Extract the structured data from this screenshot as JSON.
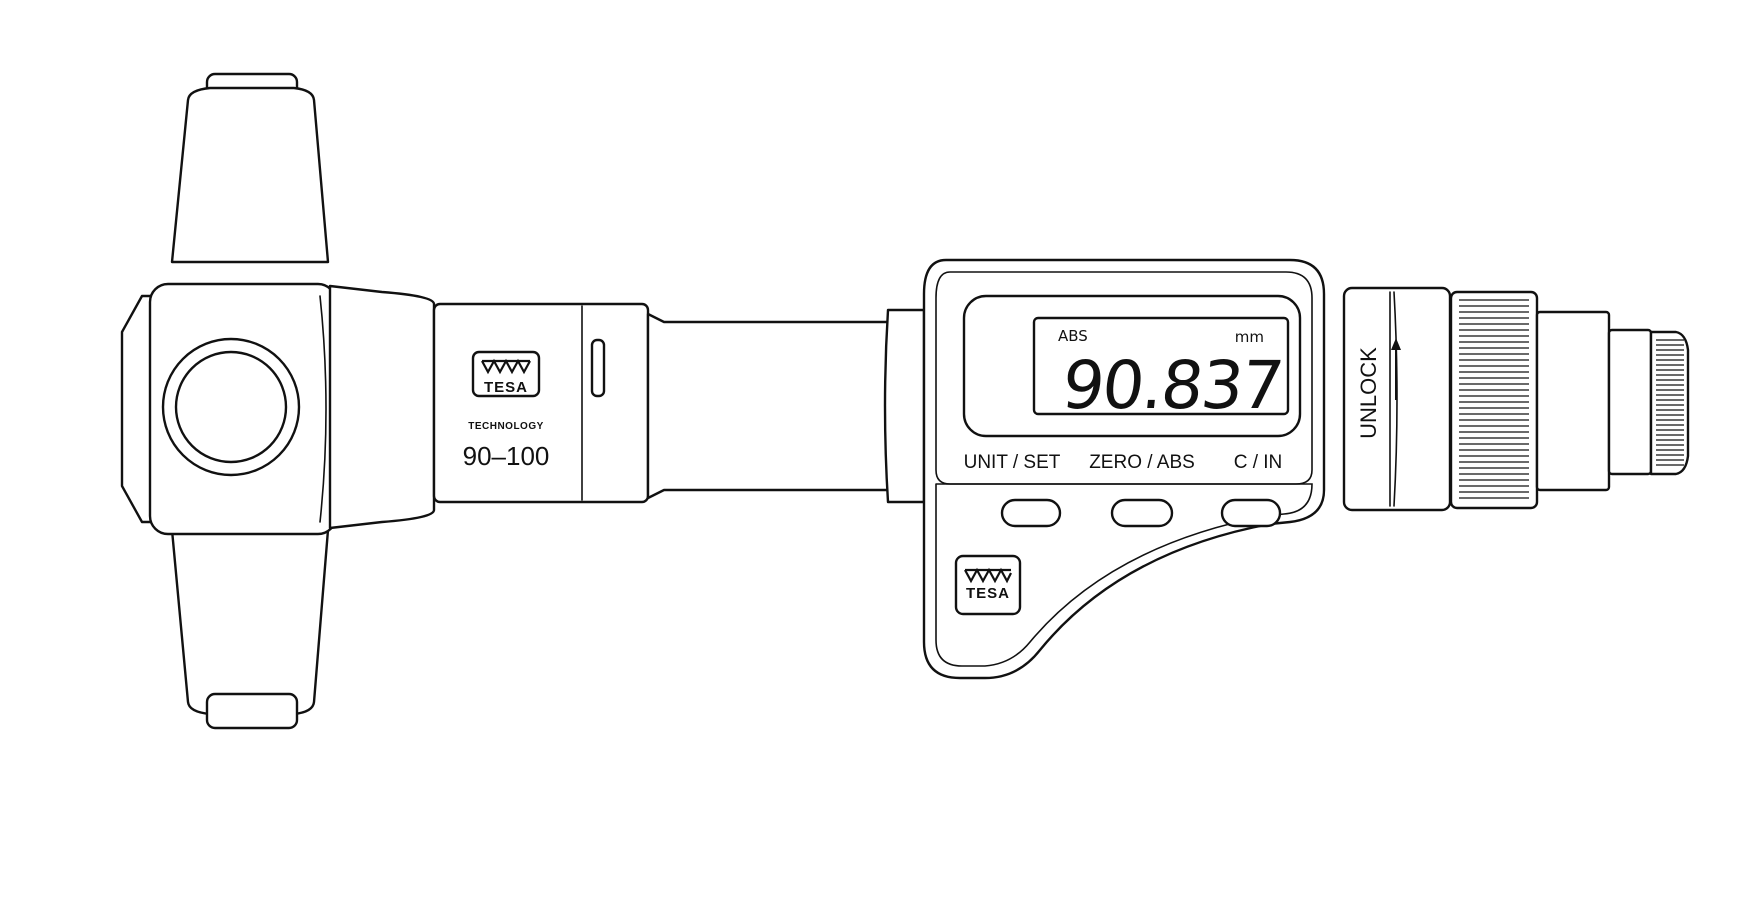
{
  "device": {
    "brand": "TESA",
    "brand_tagline": "TECHNOLOGY",
    "range_label": "90–100",
    "colors": {
      "line": "#111111",
      "background": "#ffffff"
    }
  },
  "display": {
    "mode": "ABS",
    "unit": "mm",
    "reading": "90.837"
  },
  "buttons": {
    "unit_set": "UNIT / SET",
    "zero_abs": "ZERO / ABS",
    "c_in": "C / IN"
  },
  "lock_ring": {
    "label": "UNLOCK",
    "arrow_icon": "arrow-up-icon"
  },
  "icons": {
    "brand_logo": "tesa-logo-icon"
  }
}
